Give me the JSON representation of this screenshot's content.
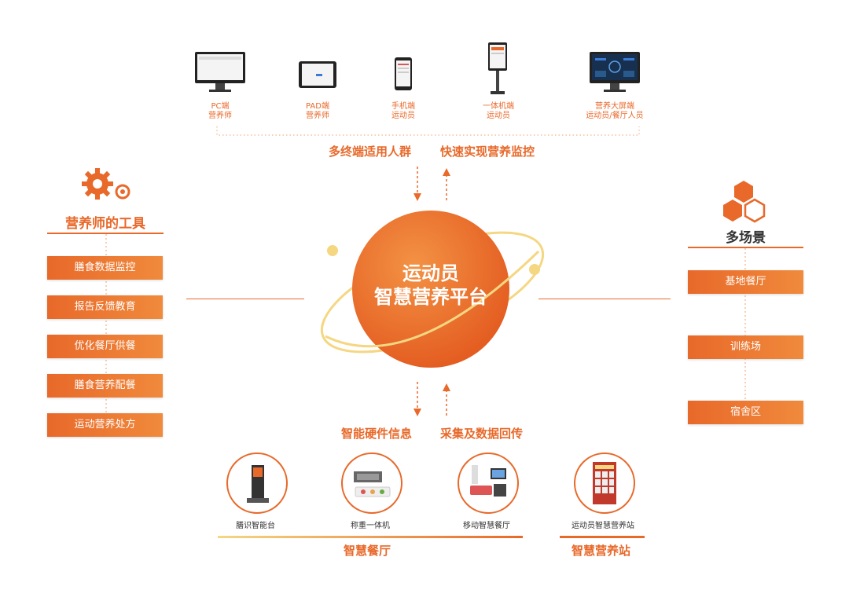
{
  "devices": [
    {
      "name": "PC端",
      "user": "营养师"
    },
    {
      "name": "PAD端",
      "user": "营养师"
    },
    {
      "name": "手机端",
      "user": "运动员"
    },
    {
      "name": "一体机端",
      "user": "运动员"
    },
    {
      "name": "营养大屏端",
      "user": "运动员/餐厅人员"
    }
  ],
  "top_caption_left": "多终端适用人群",
  "top_caption_right": "快速实现营养监控",
  "center": {
    "line1": "运动员",
    "line2": "智慧营养平台"
  },
  "left": {
    "title": "营养师的工具",
    "items": [
      "膳食数据监控",
      "报告反馈教育",
      "优化餐厅供餐",
      "膳食营养配餐",
      "运动营养处方"
    ]
  },
  "right": {
    "title": "多场景",
    "items": [
      "基地餐厅",
      "训练场",
      "宿舍区"
    ]
  },
  "bottom_caption_left": "智能硬件信息",
  "bottom_caption_right": "采集及数据回传",
  "hardware": [
    {
      "label": "膳识智能台"
    },
    {
      "label": "称重一体机"
    },
    {
      "label": "移动智慧餐厅"
    },
    {
      "label": "运动员智慧营养站"
    }
  ],
  "groups": {
    "restaurant": "智慧餐厅",
    "station": "智慧营养站"
  },
  "colors": {
    "accent": "#e8692a",
    "ring": "#f5d782"
  }
}
